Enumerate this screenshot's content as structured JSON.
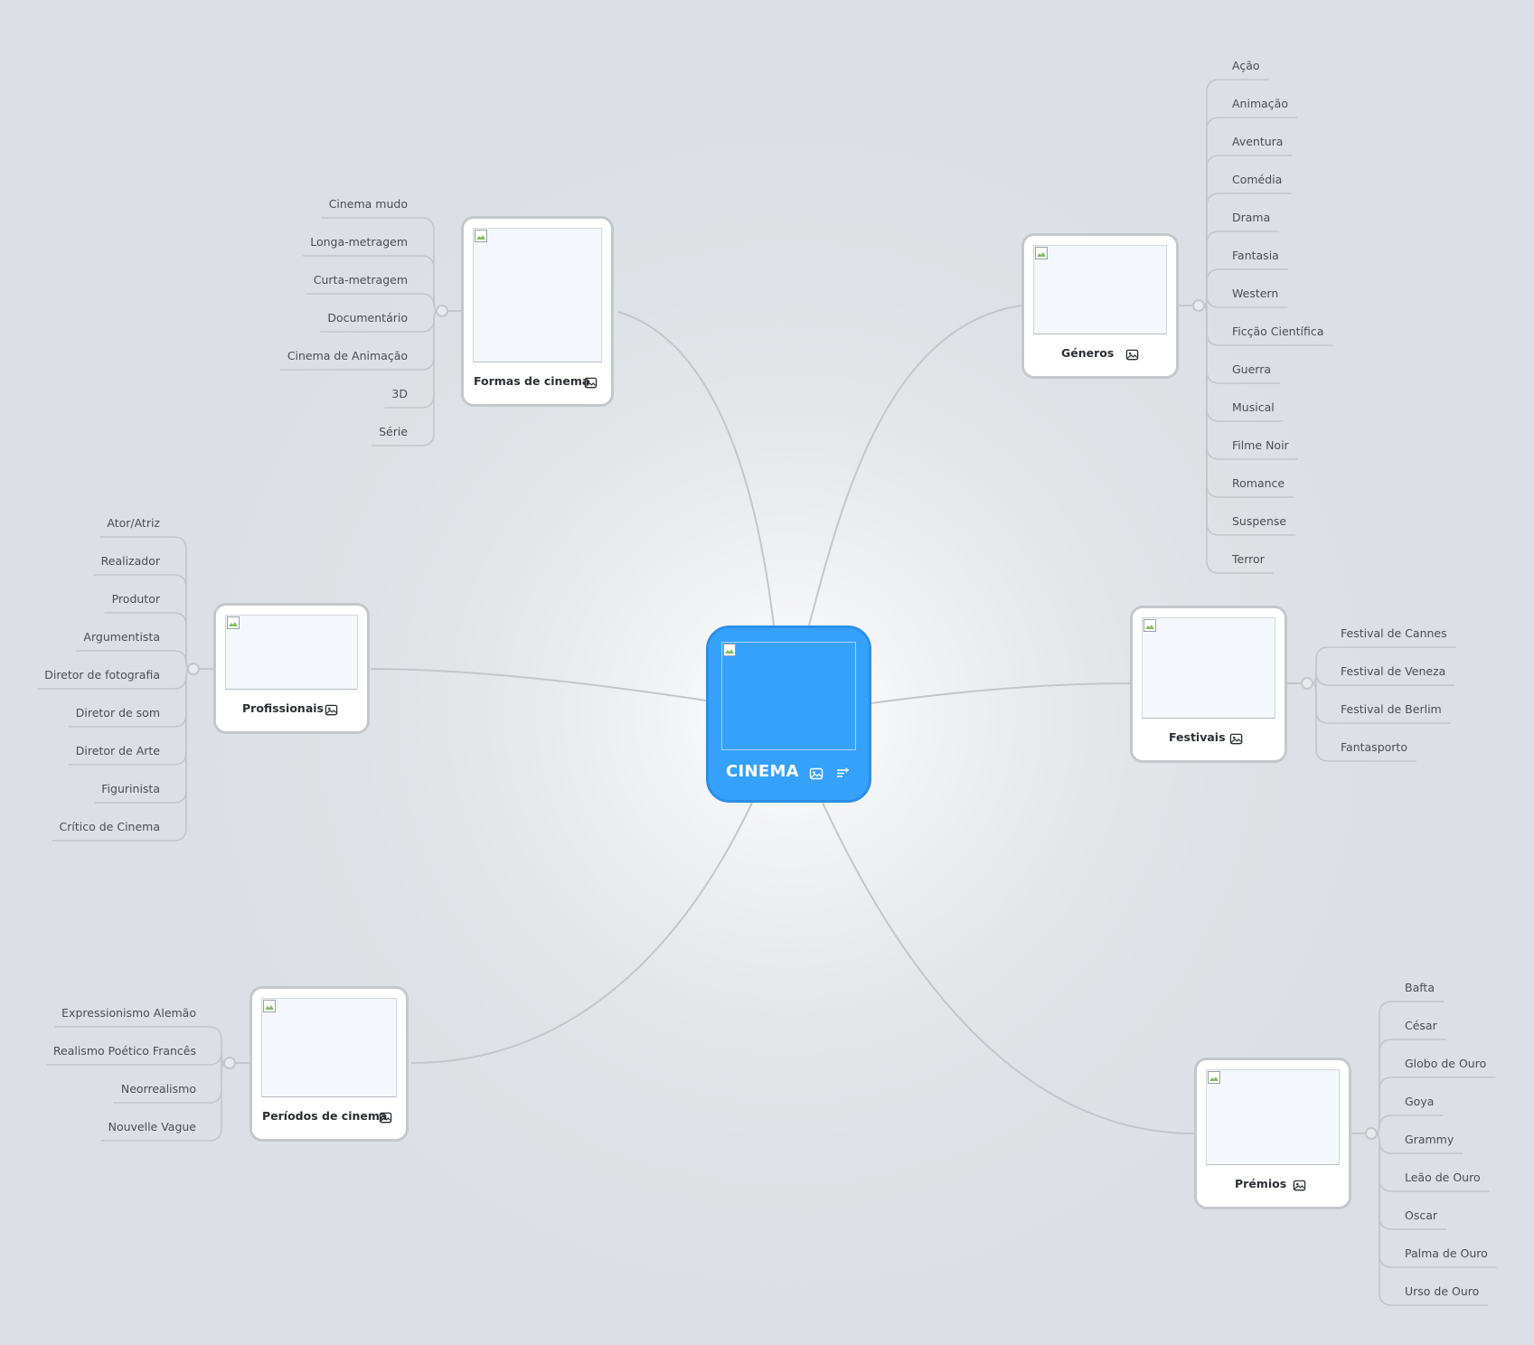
{
  "central": {
    "label": "CINEMA",
    "icons": [
      "image-icon",
      "notes-icon"
    ],
    "color": "#35a1fb"
  },
  "colors": {
    "link": "#c3c6ca",
    "node_border": "#c4c7cb"
  },
  "topics": {
    "formas": {
      "label": "Formas de cinema",
      "items": [
        "Cinema mudo",
        "Longa-metragem",
        "Curta-metragem",
        "Documentário",
        "Cinema de Animação",
        "3D",
        "Série"
      ]
    },
    "generos": {
      "label": "Géneros",
      "items": [
        "Ação",
        "Animação",
        "Aventura",
        "Comédia",
        "Drama",
        "Fantasia",
        "Western",
        "Ficção Científica",
        "Guerra",
        "Musical",
        "Filme Noir",
        "Romance",
        "Suspense",
        "Terror"
      ]
    },
    "profissionais": {
      "label": "Profissionais",
      "items": [
        "Ator/Atriz",
        "Realizador",
        "Produtor",
        "Argumentista",
        "Diretor de fotografia",
        "Diretor de som",
        "Diretor de Arte",
        "Figurinista",
        "Crítico de Cinema"
      ]
    },
    "festivais": {
      "label": "Festivais",
      "items": [
        "Festival de Cannes",
        "Festival de Veneza",
        "Festival de Berlim",
        "Fantasporto"
      ]
    },
    "periodos": {
      "label": "Períodos de cinema",
      "items": [
        "Expressionismo Alemão",
        "Realismo Poético Francês",
        "Neorrealismo",
        "Nouvelle Vague"
      ]
    },
    "premios": {
      "label": "Prémios",
      "items": [
        "Bafta",
        "César",
        "Globo de Ouro",
        "Goya",
        "Grammy",
        "Leão de Ouro",
        "Oscar",
        "Palma de Ouro",
        "Urso de Ouro"
      ]
    }
  }
}
